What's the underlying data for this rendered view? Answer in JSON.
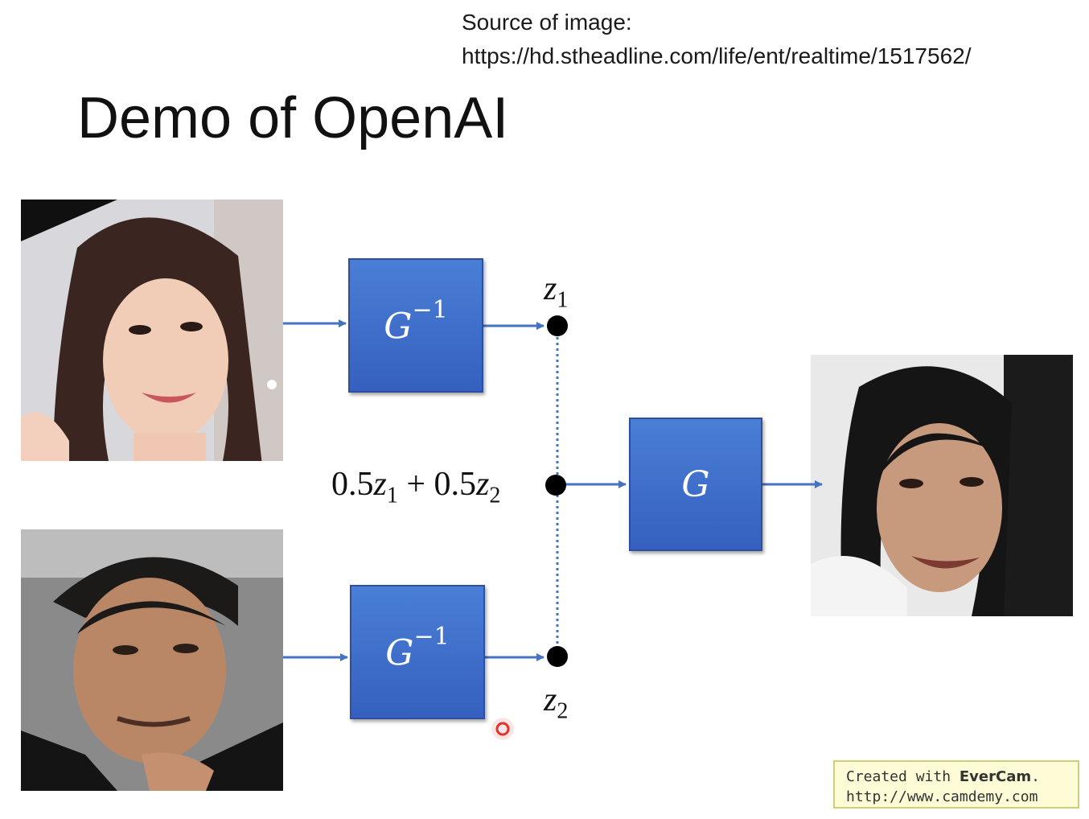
{
  "header": {
    "source_label": "Source of image:",
    "source_url": "https://hd.stheadline.com/life/ent/realtime/1517562/"
  },
  "slide": {
    "title": "Demo of OpenAI"
  },
  "diagram": {
    "top_block": {
      "base": "G",
      "exponent": "−1"
    },
    "bottom_block": {
      "base": "G",
      "exponent": "−1"
    },
    "generator_block": {
      "base": "G"
    },
    "z1": {
      "base": "z",
      "sub": "1"
    },
    "z2": {
      "base": "z",
      "sub": "2"
    },
    "mix": {
      "coef1": "0.5",
      "var1": "z",
      "sub1": "1",
      "plus": "+",
      "coef2": "0.5",
      "var2": "z",
      "sub2": "2"
    }
  },
  "watermark": {
    "prefix": "Created with ",
    "brand": "EverCam",
    "suffix": ".",
    "url": "http://www.camdemy.com"
  },
  "colors": {
    "block_fill": "#3d6fcf",
    "arrow": "#4472c4",
    "cursor": "#e8302a"
  }
}
